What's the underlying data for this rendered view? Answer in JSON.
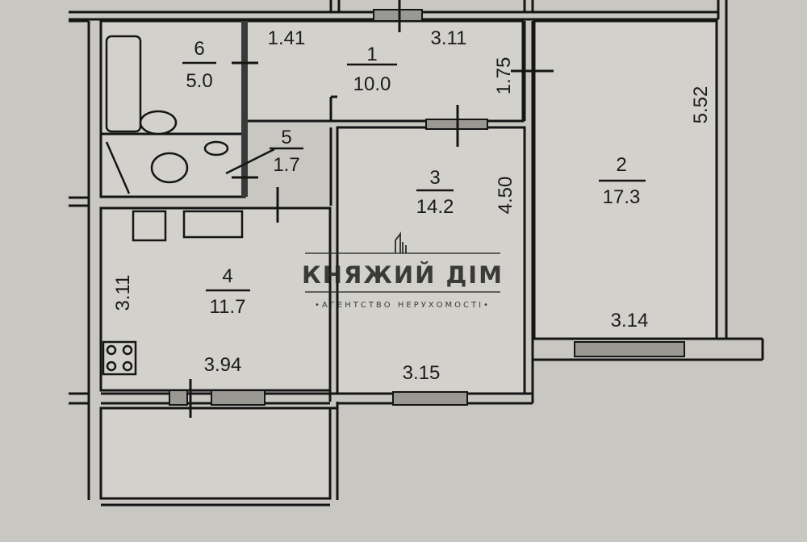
{
  "rooms": [
    {
      "number": "1",
      "area": "10.0"
    },
    {
      "number": "2",
      "area": "17.3"
    },
    {
      "number": "3",
      "area": "14.2"
    },
    {
      "number": "4",
      "area": "11.7"
    },
    {
      "number": "5",
      "area": "1.7"
    },
    {
      "number": "6",
      "area": "5.0"
    }
  ],
  "dimensions": {
    "hall_width": "1.41",
    "hall_length": "3.11",
    "hall_depth": "1.75",
    "room2_length": "5.52",
    "room2_width": "3.14",
    "room3_length": "4.50",
    "room3_width": "3.15",
    "kitchen_length": "3.11",
    "kitchen_width": "3.94"
  },
  "watermark": {
    "name": "КНЯЖИЙ ДІМ",
    "tagline": "•АГЕНТСТВО НЕРУХОМОСТІ•"
  }
}
